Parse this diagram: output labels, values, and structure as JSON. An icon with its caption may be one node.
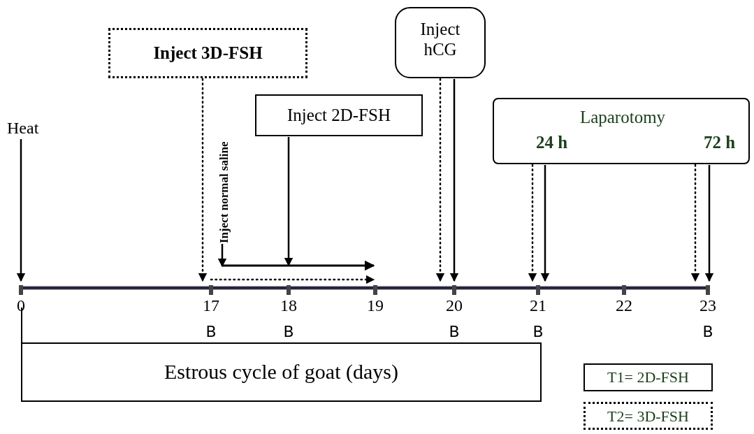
{
  "diagram": {
    "nodes": [
      {
        "text": [
          "Inject 3D-FSH"
        ]
      },
      {
        "text": [
          "Inject 2D-FSH"
        ]
      },
      {
        "text": [
          "Inject hCG"
        ]
      },
      {
        "text": [
          "Laparotomy",
          "24 h",
          "72 h"
        ]
      },
      {
        "text": [
          "Heat"
        ]
      },
      {
        "text": [
          "Inject normal saline"
        ]
      },
      {
        "text": [
          "Estrous cycle of goat (days)"
        ]
      }
    ],
    "edges": [
      {
        "from": 4,
        "to": null,
        "arrow": "to"
      },
      {
        "from": 0,
        "to": null,
        "arrow": "to",
        "style": "dashed"
      },
      {
        "from": 5,
        "to": null,
        "arrow": "to"
      },
      {
        "from": 1,
        "to": null,
        "arrow": "to"
      },
      {
        "from": 2,
        "to": null,
        "arrow": "to",
        "style": "dashed"
      },
      {
        "from": 2,
        "to": null,
        "arrow": "to"
      },
      {
        "from": 3,
        "to": null,
        "arrow": "to",
        "style": "dashed"
      },
      {
        "from": 3,
        "to": null,
        "arrow": "to"
      },
      {
        "from": 3,
        "to": null,
        "arrow": "to",
        "style": "dashed"
      },
      {
        "from": 3,
        "to": null,
        "arrow": "to"
      }
    ],
    "labels": [
      "0",
      "17",
      "18",
      "19",
      "20",
      "21",
      "22",
      "23",
      "B",
      "B",
      "B",
      "B",
      "B"
    ],
    "legend": [
      {
        "text": "T1= 2D-FSH"
      },
      {
        "text": "T2= 3D-FSH"
      }
    ]
  }
}
